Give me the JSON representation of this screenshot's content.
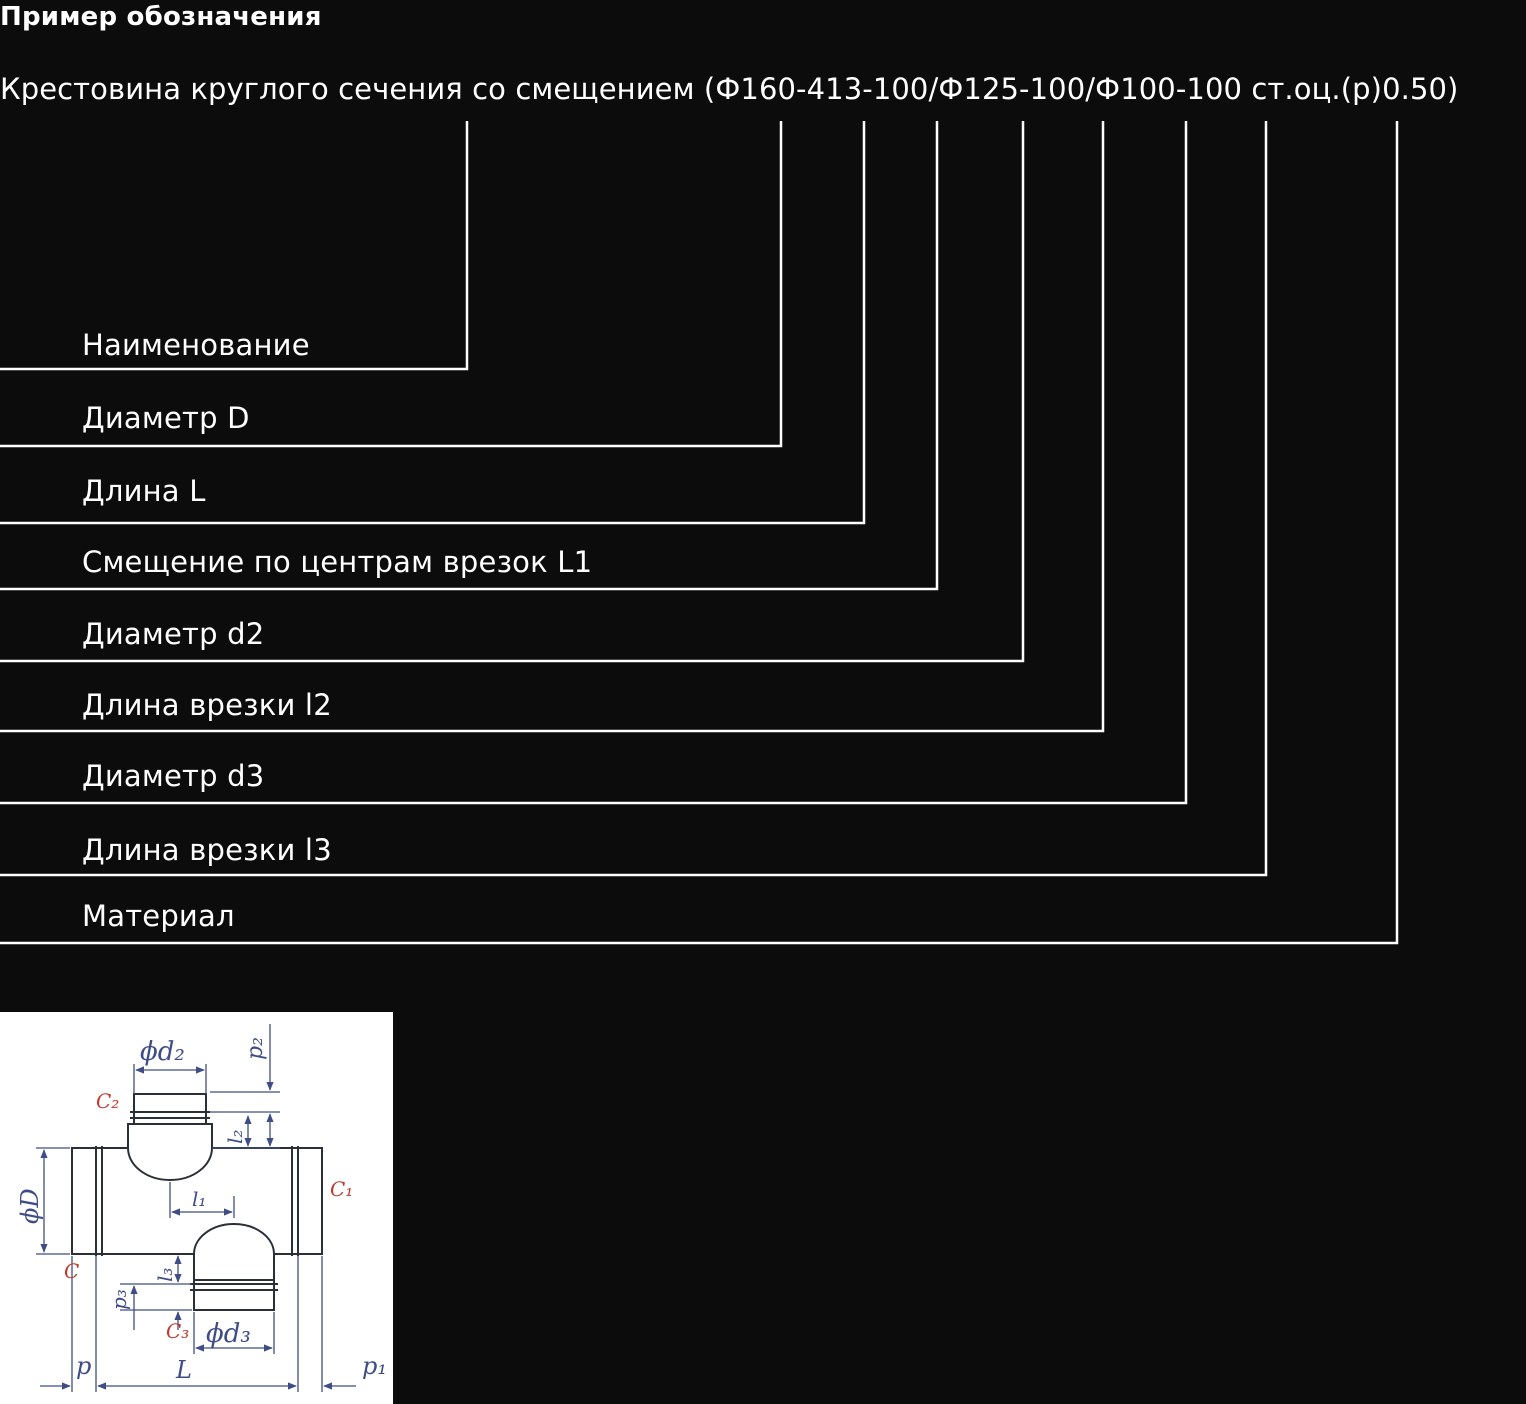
{
  "header": {
    "title": "Пример обозначения",
    "designation": "Крестовина круглого сечения со смещением (Ф160-413-100/Ф125-100/Ф100-100  ст.оц.(р)0.50)"
  },
  "legend": {
    "items": [
      "Наименование",
      "Диаметр D",
      "Длина L",
      "Смещение по центрам врезок L1",
      "Диаметр d2",
      "Длина врезки l2",
      "Диаметр d3",
      "Длина врезки l3",
      "Материал"
    ]
  },
  "drawing": {
    "labels": {
      "d2": "ϕd₂",
      "p2": "p₂",
      "c2": "C₂",
      "l2": "l₂",
      "D": "ϕD",
      "c1": "C₁",
      "l1": "l₁",
      "c": "C",
      "l3": "l₃",
      "p3": "p₃",
      "c3": "C₃",
      "d3": "ϕd₃",
      "p": "p",
      "L": "L",
      "p1": "p₁"
    }
  },
  "colors": {
    "background": "#0c0c0d",
    "text": "#ffffff",
    "drawing_background": "#ffffff",
    "drawing_line": "#2b2f38",
    "drawing_dimension": "#3f4d86",
    "drawing_mark": "#c0392b"
  }
}
